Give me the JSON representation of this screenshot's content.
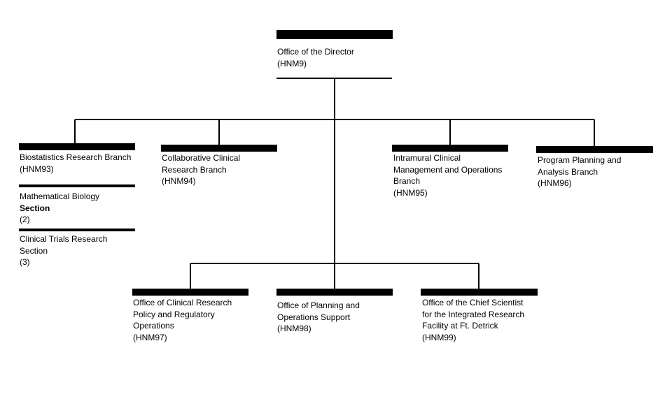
{
  "director": {
    "lines": [
      "Office of the Director",
      "(HNM9)"
    ]
  },
  "branches": {
    "biostatistics": {
      "lines": [
        "Biostatistics Research Branch",
        "(HNM93)"
      ],
      "sections": [
        {
          "lines": [
            "Mathematical Biology",
            "Section",
            "(2)"
          ]
        },
        {
          "lines": [
            "Clinical Trials Research",
            "Section",
            "(3)"
          ]
        }
      ]
    },
    "collaborative": {
      "lines": [
        "Collaborative Clinical",
        "Research Branch",
        "(HNM94)"
      ]
    },
    "intramural": {
      "lines": [
        "Intramural Clinical",
        "Management and Operations",
        "Branch",
        "(HNM95)"
      ]
    },
    "program_planning": {
      "lines": [
        "Program Planning and",
        "Analysis Branch",
        "(HNM96)"
      ]
    }
  },
  "offices": {
    "clinical_research_policy": {
      "lines": [
        "Office of Clinical Research",
        "Policy and Regulatory",
        "Operations",
        "(HNM97)"
      ]
    },
    "planning_operations": {
      "lines": [
        "Office of Planning and",
        "Operations Support",
        "(HNM98)"
      ]
    },
    "chief_scientist": {
      "lines": [
        "Office of the Chief Scientist",
        "for the Integrated Research",
        "Facility at Ft. Detrick",
        "(HNM99)"
      ]
    }
  },
  "colors": {
    "bar": "#000000",
    "line": "#000000",
    "text": "#000000",
    "background": "#ffffff"
  }
}
